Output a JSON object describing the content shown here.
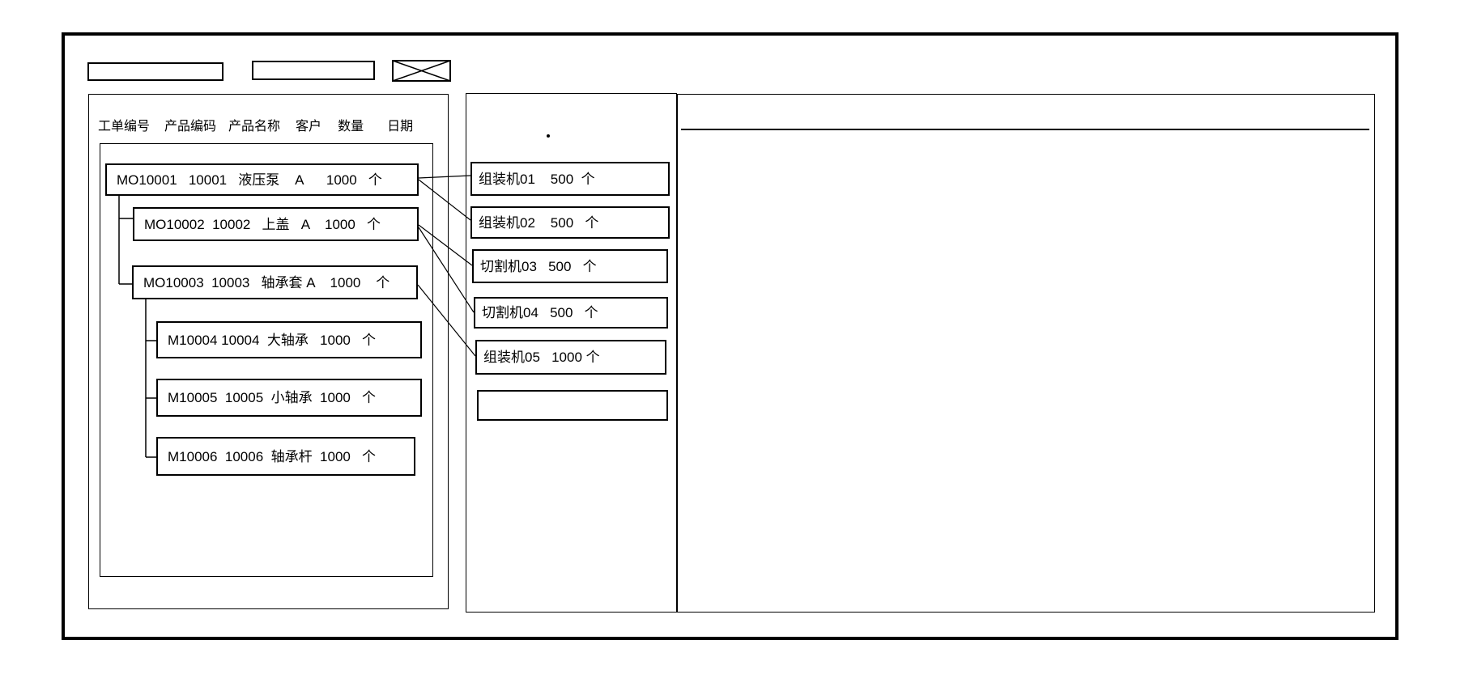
{
  "toolbar": {
    "field1_value": "",
    "field2_value": ""
  },
  "work_order_panel": {
    "columns": [
      "工单编号",
      "产品编码",
      "产品名称",
      "客户",
      "数量",
      "日期"
    ],
    "orders": [
      {
        "wo_no": "MO10001",
        "product_code": "10001",
        "product_name": "液压泵",
        "customer": "A",
        "qty": "1000",
        "unit": "个",
        "display": "MO10001   10001   液压泵    A      1000   个"
      },
      {
        "wo_no": "MO10002",
        "product_code": "10002",
        "product_name": "上盖",
        "customer": "A",
        "qty": "1000",
        "unit": "个",
        "display": "MO10002  10002   上盖   A    1000   个"
      },
      {
        "wo_no": "MO10003",
        "product_code": "10003",
        "product_name": "轴承套",
        "customer": "A",
        "qty": "1000",
        "unit": "个",
        "display": "MO10003  10003   轴承套 A    1000    个"
      },
      {
        "wo_no": "M10004",
        "product_code": "10004",
        "product_name": "大轴承",
        "customer": "",
        "qty": "1000",
        "unit": "个",
        "display": "M10004 10004  大轴承   1000   个"
      },
      {
        "wo_no": "M10005",
        "product_code": "10005",
        "product_name": "小轴承",
        "customer": "",
        "qty": "1000",
        "unit": "个",
        "display": "M10005  10005  小轴承  1000   个"
      },
      {
        "wo_no": "M10006",
        "product_code": "10006",
        "product_name": "轴承杆",
        "customer": "",
        "qty": "1000",
        "unit": "个",
        "display": "M10006  10006  轴承杆  1000   个"
      }
    ]
  },
  "machine_panel": {
    "dot": ".",
    "machines": [
      {
        "name": "组装机01",
        "qty": "500",
        "unit": "个",
        "display": "组装机01    500  个"
      },
      {
        "name": "组装机02",
        "qty": "500",
        "unit": "个",
        "display": "组装机02    500   个"
      },
      {
        "name": "切割机03",
        "qty": "500",
        "unit": "个",
        "display": "切割机03   500   个"
      },
      {
        "name": "切割机04",
        "qty": "500",
        "unit": "个",
        "display": "切割机04   500   个"
      },
      {
        "name": "组装机05",
        "qty": "1000",
        "unit": "个",
        "display": "组装机05   1000 个"
      },
      {
        "name": "",
        "qty": "",
        "unit": "",
        "display": ""
      }
    ]
  },
  "detail_panel": {
    "content": ""
  },
  "colors": {
    "line": "#000000",
    "background": "#ffffff"
  }
}
